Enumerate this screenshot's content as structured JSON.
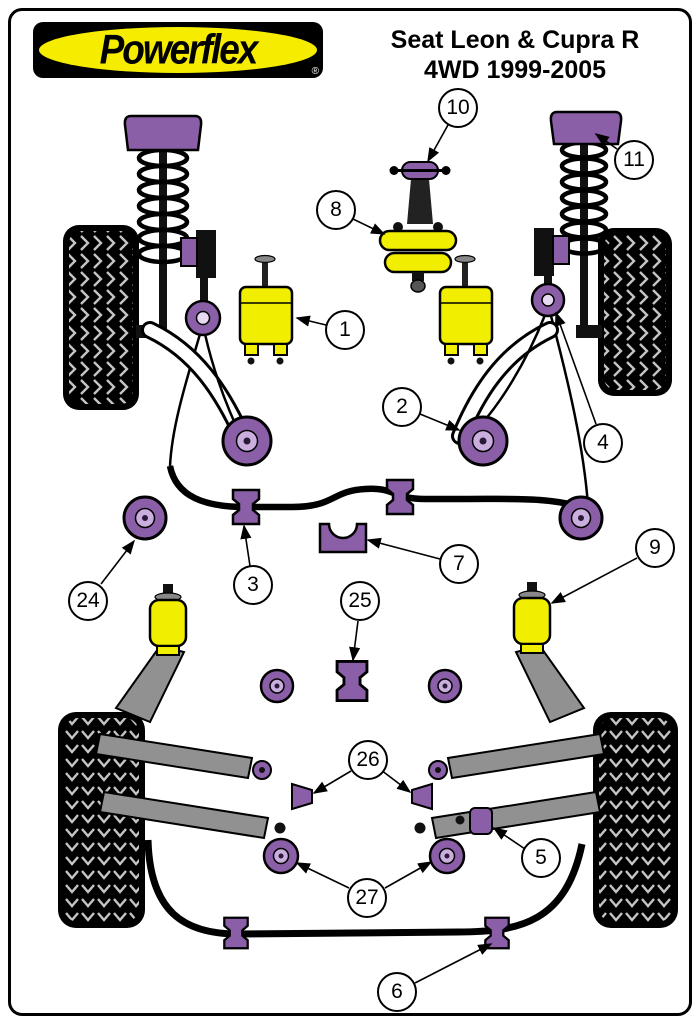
{
  "header": {
    "logo_text": "Powerflex",
    "logo_registered": "®",
    "title_line1": "Seat Leon & Cupra R",
    "title_line2": "4WD 1999-2005"
  },
  "colors": {
    "bush_purple": "#8B5FA8",
    "part_yellow": "#F2EE00",
    "logo_yellow": "#F5EC00",
    "outline_black": "#000000"
  },
  "callouts": [
    {
      "number": "1"
    },
    {
      "number": "2"
    },
    {
      "number": "3"
    },
    {
      "number": "4"
    },
    {
      "number": "5"
    },
    {
      "number": "6"
    },
    {
      "number": "7"
    },
    {
      "number": "8"
    },
    {
      "number": "9"
    },
    {
      "number": "10"
    },
    {
      "number": "11"
    },
    {
      "number": "24"
    },
    {
      "number": "25"
    },
    {
      "number": "26"
    },
    {
      "number": "27"
    }
  ]
}
